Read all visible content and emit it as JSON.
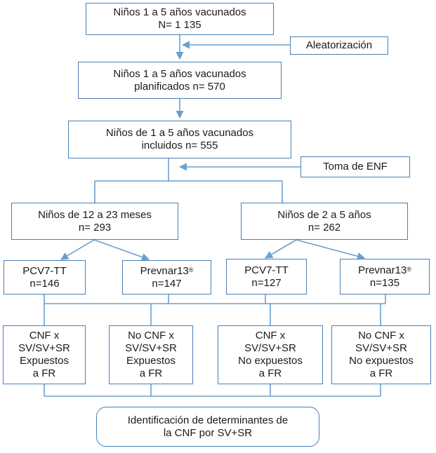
{
  "boxes": {
    "total": [
      "Niños 1 a 5 años vacunados",
      "N= 1 135"
    ],
    "aleatorizacion": [
      "Aleatorización"
    ],
    "planificados": [
      "Niños 1 a 5 años vacunados",
      "planificados n= 570"
    ],
    "incluidos": [
      "Niños de 1 a 5 años vacunados",
      "incluidos n= 555"
    ],
    "toma_enf": [
      "Toma de ENF"
    ],
    "grupo_12_23": [
      "Niños de 12 a 23 meses",
      "n= 293"
    ],
    "grupo_2_5": [
      "Niños de 2 a 5 años",
      "n= 262"
    ],
    "pcv7_a": [
      "PCV7-TT",
      "n=146"
    ],
    "prevnar_a": [
      "Prevnar13",
      "n=147"
    ],
    "pcv7_b": [
      "PCV7-TT",
      "n=127"
    ],
    "prevnar_b": [
      "Prevnar13",
      "n=135"
    ],
    "cnf_expuestos": [
      "CNF x",
      "SV/SV+SR",
      "Expuestos",
      "a FR"
    ],
    "no_cnf_expuestos": [
      "No CNF x",
      "SV/SV+SR",
      "Expuestos",
      "a FR"
    ],
    "cnf_no_expuestos": [
      "CNF x",
      "SV/SV+SR",
      "No expuestos",
      "a FR"
    ],
    "no_cnf_no_expuestos": [
      "No CNF x",
      "SV/SV+SR",
      "No expuestos",
      "a FR"
    ],
    "identificacion": [
      "Identificación de determinantes de",
      "la CNF por SV+SR"
    ]
  },
  "registered_mark": "®",
  "colors": {
    "line": "#6a9fd0",
    "border": "#4a7fb5"
  }
}
